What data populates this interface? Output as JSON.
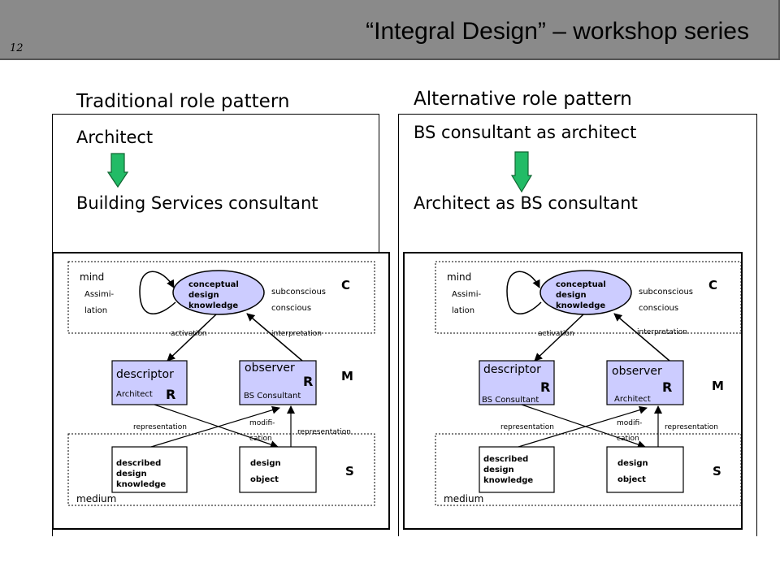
{
  "slide": {
    "number": "12",
    "title": "“Integral Design” – workshop series",
    "accent_color": "#8a8a8a"
  },
  "panels": [
    {
      "title": "Traditional role pattern",
      "role_top": "Architect",
      "role_bottom": "Building Services consultant",
      "arrow_icon": "green-down-arrow-icon",
      "diagram": {
        "mind": "mind",
        "assimilation": [
          "Assimi-",
          "lation"
        ],
        "conceptual": [
          "conceptual",
          "design",
          "knowledge"
        ],
        "subconscious": "subconscious",
        "conscious": "conscious",
        "activation": "activation",
        "interpretation": "interpretation",
        "descriptor": "descriptor",
        "descriptor_role": "Architect",
        "observer": "observer",
        "observer_role": "BS Consultant",
        "r": "R",
        "c": "C",
        "m": "M",
        "s": "S",
        "representation_left": "representation",
        "modification": [
          "modifi-",
          "cation"
        ],
        "representation_right": "representation",
        "described": [
          "described",
          "design",
          "knowledge"
        ],
        "design_object": [
          "design",
          "object"
        ],
        "medium": "medium"
      }
    },
    {
      "title": "Alternative role pattern",
      "role_top": "BS consultant as architect",
      "role_bottom": "Architect as BS consultant",
      "arrow_icon": "green-down-arrow-icon",
      "diagram": {
        "mind": "mind",
        "assimilation": [
          "Assimi-",
          "lation"
        ],
        "conceptual": [
          "conceptual",
          "design",
          "knowledge"
        ],
        "subconscious": "subconscious",
        "conscious": "conscious",
        "activation": "activation",
        "interpretation": "interpretation",
        "descriptor": "descriptor",
        "descriptor_role": "BS Consultant",
        "observer": "observer",
        "observer_role": "Architect",
        "r": "R",
        "c": "C",
        "m": "M",
        "s": "S",
        "representation_left": "representation",
        "modification": [
          "modifi-",
          "cation"
        ],
        "representation_right": "representation",
        "described": [
          "described",
          "design",
          "knowledge"
        ],
        "design_object": [
          "design",
          "object"
        ],
        "medium": "medium"
      }
    }
  ]
}
